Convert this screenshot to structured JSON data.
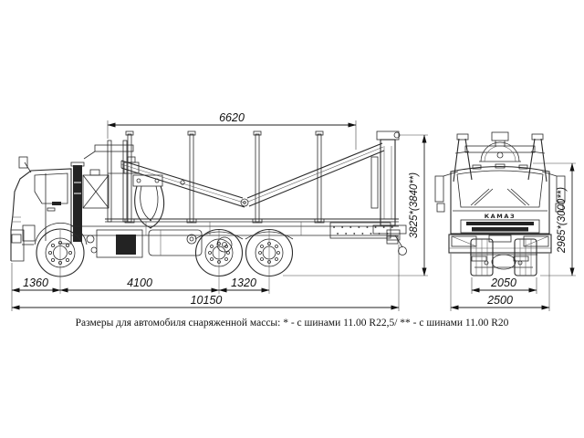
{
  "drawing": {
    "caption": "Размеры для автомобиля снаряженной массы: * - с шинами 11.00 R22,5/ ** - с шинами 11.00 R20",
    "brand": "КАМАЗ"
  },
  "side_view": {
    "dims": {
      "platform_length": "6620",
      "overall_height": "3825*(3840**)",
      "front_overhang": "1360",
      "wheelbase": "4100",
      "bogie_spacing": "1320",
      "overall_length": "10150"
    }
  },
  "front_view": {
    "dims": {
      "track": "2050",
      "overall_width": "2500",
      "cab_height": "2985*(3000**)"
    }
  }
}
